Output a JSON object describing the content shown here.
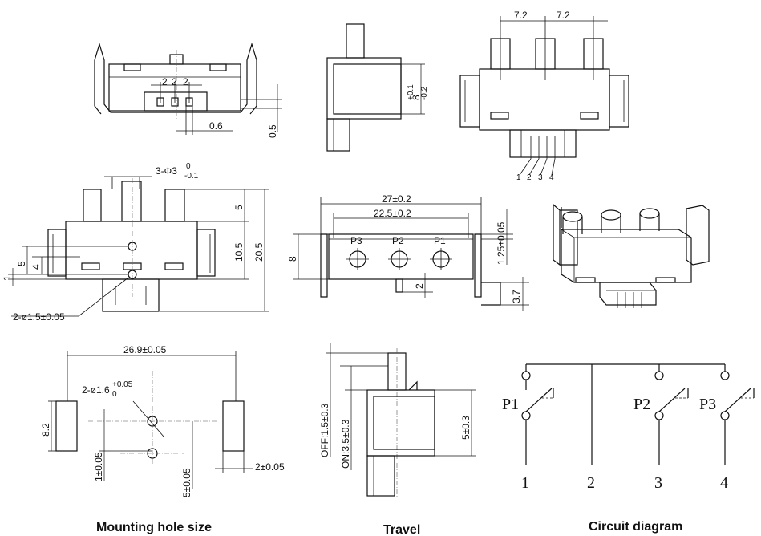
{
  "top_side": {
    "dim_2a": "2",
    "dim_2b": "2",
    "dim_2c": "2",
    "dim_06": "0.6",
    "dim_05": "0.5"
  },
  "top_end": {
    "dim_8": "8",
    "dim_8_tol_hi": "+0.1",
    "dim_8_tol_lo": "-0.2"
  },
  "top_front": {
    "dim_72a": "7.2",
    "dim_72b": "7.2",
    "pins": [
      "1",
      "2",
      "3",
      "4"
    ]
  },
  "mid_left": {
    "hole_label": "3-Φ3",
    "hole_tol_hi": "0",
    "hole_tol_lo": "-0.1",
    "dim_5": "5",
    "dim_105": "10.5",
    "dim_205": "20.5",
    "dim_5b": "5",
    "dim_4": "4",
    "dim_1": "1",
    "peg_label": "2-ø1.5±0.05"
  },
  "mid_center": {
    "dim_27": "27±0.2",
    "dim_225": "22.5±0.2",
    "dim_8": "8",
    "dim_2": "2",
    "dim_125": "1.25±0.05",
    "dim_37": "3.7",
    "p3": "P3",
    "p2": "P2",
    "p1": "P1"
  },
  "hole": {
    "dim_269": "26.9±0.05",
    "label": "2-ø1.6",
    "tol_hi": "+0.05",
    "tol_lo": "0",
    "dim_82": "8.2",
    "dim_1": "1±0.05",
    "dim_5": "5±0.05",
    "dim_2": "2±0.05",
    "caption": "Mounting hole size"
  },
  "travel": {
    "off": "OFF:1.5±0.3",
    "on": "ON:3.5±0.3",
    "dim_5": "5±0.3",
    "caption": "Travel"
  },
  "circuit": {
    "p1": "P1",
    "p2": "P2",
    "p3": "P3",
    "n1": "1",
    "n2": "2",
    "n3": "3",
    "n4": "4",
    "caption": "Circuit diagram"
  }
}
